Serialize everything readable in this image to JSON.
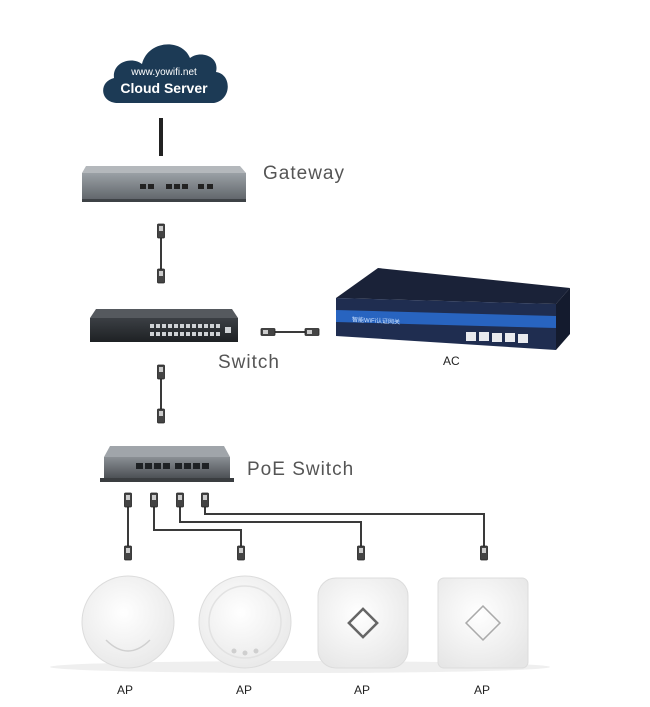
{
  "cloud": {
    "url": "www.yowifi.net",
    "name": "Cloud Server"
  },
  "devices": {
    "gateway": "Gateway",
    "switch": "Switch",
    "poe_switch": "PoE Switch",
    "ac": "AC",
    "ac_brand": "智能WiFi认证网关"
  },
  "access_points": [
    "AP",
    "AP",
    "AP",
    "AP"
  ],
  "colors": {
    "cloud": "#1c3a55",
    "ac_body": "#1f2d50",
    "ac_stripe": "#2a6fd3",
    "device_gray": "#6e7378",
    "cable": "#3a3a3a"
  }
}
